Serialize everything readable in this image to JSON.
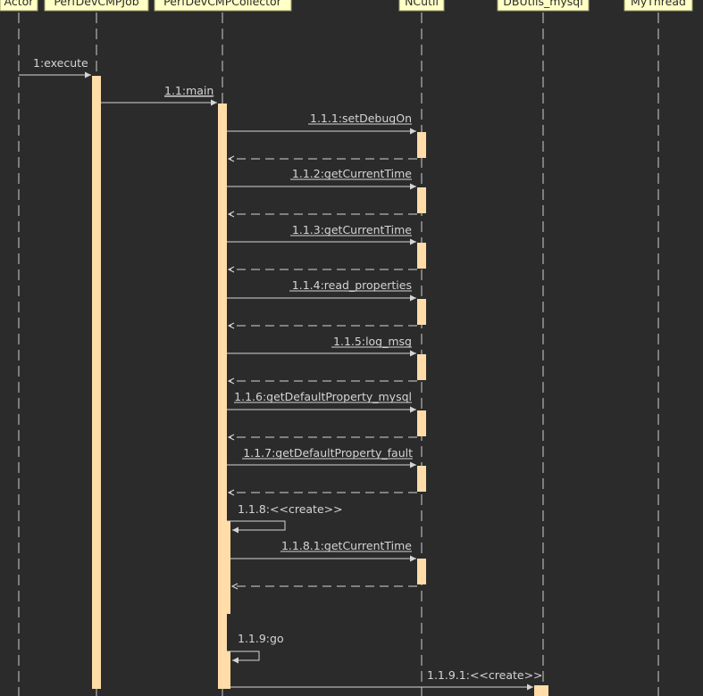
{
  "colors": {
    "background": "#2b2b2b",
    "lifeline": "#cfcfcf",
    "activation": "#ffdca8",
    "header_fill": "#ffffc6",
    "header_stroke": "#9c9c6a",
    "message": "#d4d4d4"
  },
  "lifelines": [
    "Actor",
    "PerfDevCMPJob",
    "PerfDevCMPCollector",
    "NCutil",
    "DBUtils_mysql",
    "MyThread"
  ],
  "messages": [
    {
      "label": "1:execute",
      "kind": "call"
    },
    {
      "label": "1.1:main",
      "kind": "call"
    },
    {
      "label": "1.1.1:setDebugOn",
      "kind": "call"
    },
    {
      "label": "1.1.2:getCurrentTime",
      "kind": "call"
    },
    {
      "label": "1.1.3:getCurrentTime",
      "kind": "call"
    },
    {
      "label": "1.1.4:read_properties",
      "kind": "call"
    },
    {
      "label": "1.1.5:log_msg",
      "kind": "call"
    },
    {
      "label": "1.1.6:getDefaultProperty_mysql",
      "kind": "call"
    },
    {
      "label": "1.1.7:getDefaultProperty_fault",
      "kind": "call"
    },
    {
      "label": "1.1.8:<<create>>",
      "kind": "self"
    },
    {
      "label": "1.1.8.1:getCurrentTime",
      "kind": "call"
    },
    {
      "label": "1.1.9:go",
      "kind": "self"
    },
    {
      "label": "1.1.9.1:<<create>>",
      "kind": "create"
    }
  ]
}
